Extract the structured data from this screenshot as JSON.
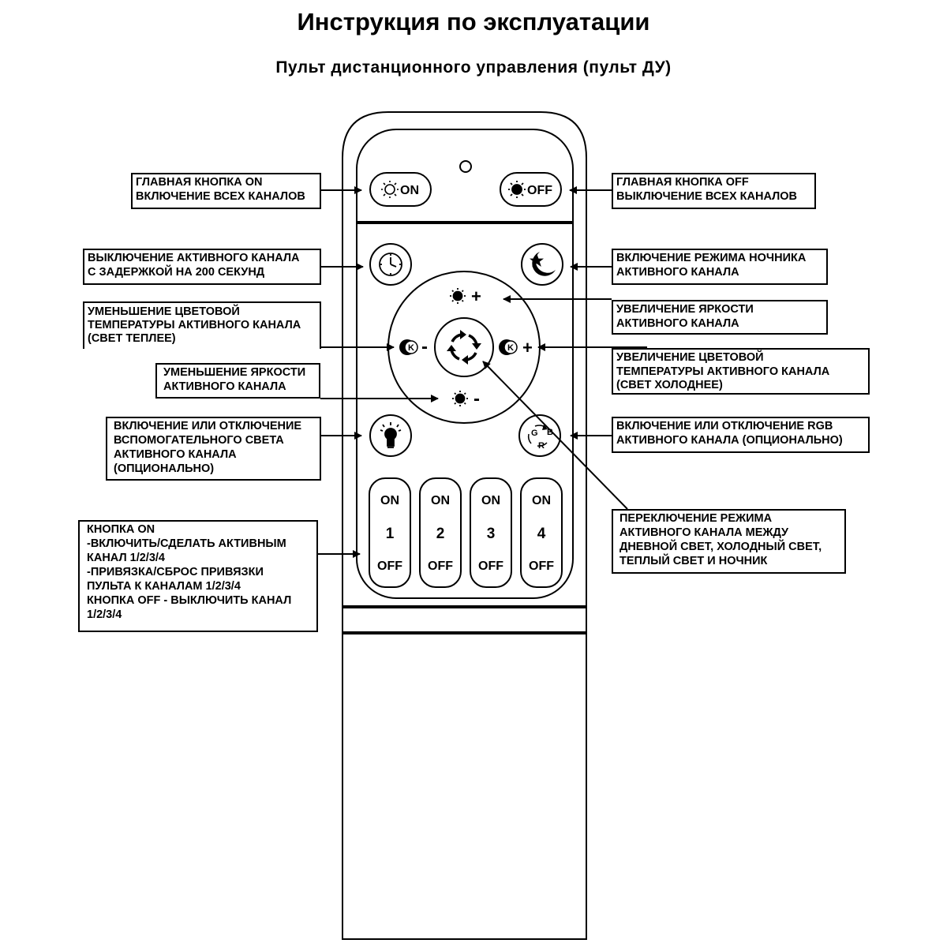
{
  "header": {
    "title": "Инструкция по эксплуатации",
    "subtitle": "Пульт дистанционного управления (пульт ДУ)"
  },
  "remote": {
    "on_label": "ON",
    "off_label": "OFF",
    "plus": "+",
    "minus": "-",
    "k_letter": "K",
    "rgb_g": "G",
    "rgb_b": "B",
    "rgb_r": "R",
    "channels": [
      {
        "on": "ON",
        "num": "1",
        "off": "OFF"
      },
      {
        "on": "ON",
        "num": "2",
        "off": "OFF"
      },
      {
        "on": "ON",
        "num": "3",
        "off": "OFF"
      },
      {
        "on": "ON",
        "num": "4",
        "off": "OFF"
      }
    ]
  },
  "labels": {
    "main_on": "ГЛАВНАЯ КНОПКА ON\nВКЛЮЧЕНИЕ ВСЕХ КАНАЛОВ",
    "main_off": "ГЛАВНАЯ КНОПКА OFF\nВЫКЛЮЧЕНИЕ ВСЕХ КАНАЛОВ",
    "timer": "ВЫКЛЮЧЕНИЕ АКТИВНОГО КАНАЛА\nС ЗАДЕРЖКОЙ НА 200 СЕКУНД",
    "night": "ВКЛЮЧЕНИЕ РЕЖИМА НОЧНИКА\nАКТИВНОГО КАНАЛА",
    "temp_down": "УМЕНЬШЕНИЕ ЦВЕТОВОЙ\nТЕМПЕРАТУРЫ АКТИВНОГО КАНАЛА\n(СВЕТ ТЕПЛЕЕ)",
    "bright_up": "УВЕЛИЧЕНИЕ ЯРКОСТИ\nАКТИВНОГО КАНАЛА",
    "temp_up": "УВЕЛИЧЕНИЕ ЦВЕТОВОЙ\nТЕМПЕРАТУРЫ АКТИВНОГО КАНАЛА\n(СВЕТ ХОЛОДНЕЕ)",
    "bright_down": "УМЕНЬШЕНИЕ ЯРКОСТИ\nАКТИВНОГО КАНАЛА",
    "aux": "ВКЛЮЧЕНИЕ ИЛИ ОТКЛЮЧЕНИЕ\nВСПОМОГАТЕЛЬНОГО СВЕТА\nАКТИВНОГО КАНАЛА\n(ОПЦИОНАЛЬНО)",
    "rgb": "ВКЛЮЧЕНИЕ ИЛИ ОТКЛЮЧЕНИЕ RGB\nАКТИВНОГО КАНАЛА (ОПЦИОНАЛЬНО)",
    "mode": "ПЕРЕКЛЮЧЕНИЕ РЕЖИМА\nАКТИВНОГО КАНАЛА МЕЖДУ\nДНЕВНОЙ СВЕТ, ХОЛОДНЫЙ СВЕТ,\nТЕПЛЫЙ СВЕТ И НОЧНИК",
    "channel": "КНОПКА ON\n-ВКЛЮЧИТЬ/СДЕЛАТЬ АКТИВНЫМ\nКАНАЛ 1/2/3/4\n-ПРИВЯЗКА/СБРОС ПРИВЯЗКИ\nПУЛЬТА К КАНАЛАМ 1/2/3/4\nКНОПКА OFF - ВЫКЛЮЧИТЬ КАНАЛ\n1/2/3/4"
  }
}
